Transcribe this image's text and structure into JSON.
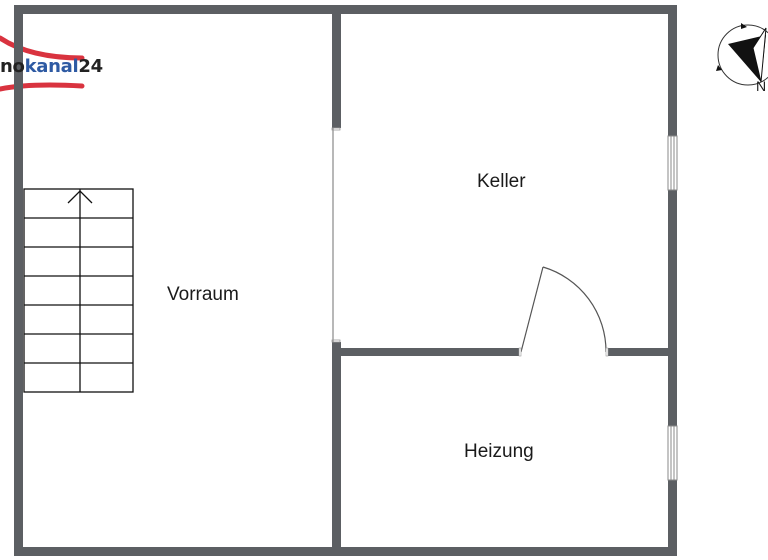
{
  "floorplan": {
    "colors": {
      "wall": "#5c5f63",
      "line": "#555555",
      "stair_line": "#111111",
      "background": "#ffffff",
      "logo_swoosh": "#d9333f",
      "logo_blue": "#2e5aa3",
      "logo_dark": "#222222"
    },
    "rooms": [
      {
        "name": "Vorraum"
      },
      {
        "name": "Keller"
      },
      {
        "name": "Heizung"
      }
    ],
    "stairs": {
      "rows": 7,
      "columns": 2,
      "direction": "up"
    },
    "compass": {
      "label": "N"
    },
    "logo": {
      "prefix": "o",
      "blue_part": "kanal",
      "suffix": "24",
      "leading": "n"
    }
  }
}
